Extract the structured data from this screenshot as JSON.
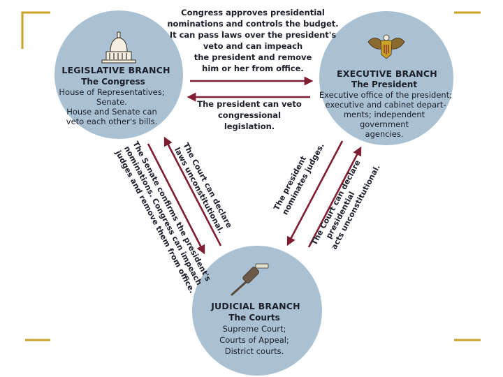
{
  "branches": {
    "legislative": {
      "title": "LEGISLATIVE BRANCH",
      "subtitle": "The Congress",
      "lines": [
        "House of Representatives;",
        "Senate.",
        "House and Senate can",
        "veto each other's bills."
      ]
    },
    "executive": {
      "title": "EXECUTIVE BRANCH",
      "subtitle": "The President",
      "lines": [
        "Executive office of the president;",
        "executive and cabinet depart-",
        "ments; independent",
        "government",
        "agencies."
      ]
    },
    "judicial": {
      "title": "JUDICIAL BRANCH",
      "subtitle": "The  Courts",
      "lines": [
        "Supreme Court;",
        "Courts of Appeal;",
        "District courts."
      ]
    }
  },
  "notes": {
    "congress_to_president": [
      "Congress approves presidential",
      "nominations and controls the budget.",
      "It can pass laws over the president's",
      "veto and can impeach",
      "the president and remove",
      "him or her from office."
    ],
    "president_to_congress": [
      "The president can veto",
      "congressional",
      "legislation."
    ],
    "court_to_congress": [
      "The Court can declare",
      "laws unconstitutional."
    ],
    "senate_to_court": [
      "The Senate confirms the president's",
      "nominations. Congress can impeach",
      "judges and remove them from office."
    ],
    "president_to_court": [
      "The president",
      "nominates judges."
    ],
    "court_to_president": [
      "The Court can declare",
      "presidential",
      "acts unconstitutional."
    ]
  },
  "icons": {
    "legislative": "capitol-dome-icon",
    "executive": "eagle-seal-icon",
    "judicial": "gavel-icon"
  },
  "colors": {
    "circle": "#a9c1d2",
    "arrow": "#7f1e33",
    "corner_accent": "#c9a227",
    "text": "#1c1f2a"
  }
}
